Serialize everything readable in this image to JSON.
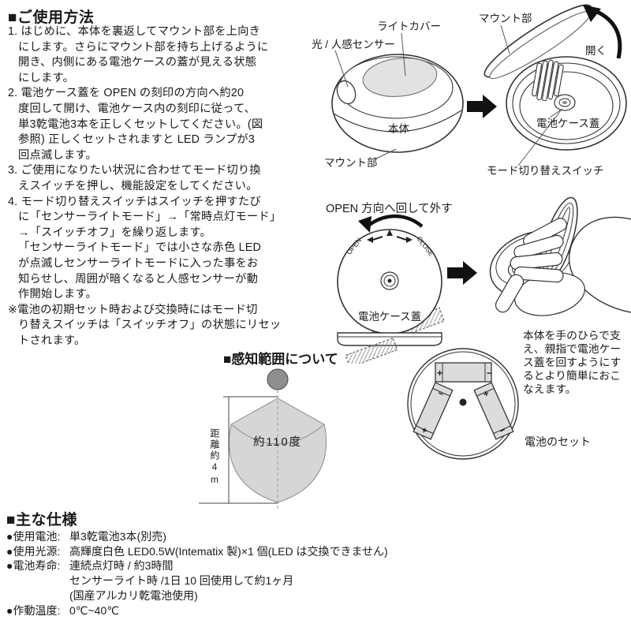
{
  "usage": {
    "title": "■ご使用方法",
    "lines": [
      "1. はじめに、本体を裏返してマウント部を上向き",
      "にします。さらにマウント部を持ち上げるように",
      "開き、内側にある電池ケースの蓋が見える状態",
      "にします。",
      "2. 電池ケース蓋を OPEN の刻印の方向へ約20",
      "度回して開け、電池ケース内の刻印に従って、",
      "単3乾電池3本を正しくセットしてください。(図",
      "参照) 正しくセットされますと LED ランプが3",
      "回点滅します。",
      "3. ご使用になりたい状況に合わせてモード切り換",
      "えスイッチを押し、機能設定をしてください。",
      "4. モード切り替えスイッチはスイッチを押すたび",
      "に「センサーライトモード」→「常時点灯モード」",
      "→「スイッチオフ」を繰り返します。",
      "「センサーライトモード」では小さな赤色 LED",
      "が点滅しセンサーライトモードに入った事をお",
      "知らせし、周囲が暗くなると人感センサーが動",
      "作開始します。",
      "※電池の初期セット時および交換時にはモード切",
      "り替えスイッチは「スイッチオフ」の状態にリセッ",
      "トされます。"
    ]
  },
  "top_diagram": {
    "label_light_cover": "ライトカバー",
    "label_sensor": "光 / 人感センサー",
    "label_mount_top": "マウント部",
    "label_open": "開く",
    "label_body": "本体",
    "label_mount_bottom": "マウント部",
    "label_battery_cover": "電池ケース蓋",
    "label_mode_switch": "モード切り替えスイッチ"
  },
  "mid_diagram": {
    "instruction": "OPEN 方向へ回して外す",
    "engrave_open": "OPEN",
    "engrave_close": "CLOSE",
    "label_battery_cover": "電池ケース蓋",
    "hand_note_lines": [
      "本体を手のひらで支",
      "え、親指で電池ケー",
      "ス蓋を回すようにす",
      "るとより簡単におこ",
      "なえます。"
    ],
    "label_battery_set": "電池のセット",
    "polarity": {
      "top_plus": "+",
      "top_minus": "−",
      "left_minus": "−",
      "left_plus": "+",
      "right_plus": "+",
      "right_minus": "−"
    }
  },
  "sensing": {
    "title": "■感知範囲について",
    "angle": "約110度",
    "distance": "距離約4m"
  },
  "specs": {
    "title": "■主な仕様",
    "items": [
      {
        "label": "●使用電池:",
        "lines": [
          "単3乾電池3本(別売)"
        ]
      },
      {
        "label": "●使用光源:",
        "lines": [
          "高輝度白色 LED0.5W(Intematix 製)×1 個(LED は交換できません)"
        ]
      },
      {
        "label": "●電池寿命:",
        "lines": [
          "連続点灯時 / 約3時間",
          "センサーライト時 /1日 10 回使用して約1ヶ月",
          "(国産アルカリ乾電池使用)"
        ]
      },
      {
        "label": "●作動温度:",
        "lines": [
          "0℃~40℃"
        ]
      }
    ]
  },
  "colors": {
    "ink": "#1a1a1a",
    "line": "#333333",
    "cover_gray": "#e2e2e2",
    "area_gray": "#d6d6d6",
    "device_gray": "#8e8e8e"
  }
}
